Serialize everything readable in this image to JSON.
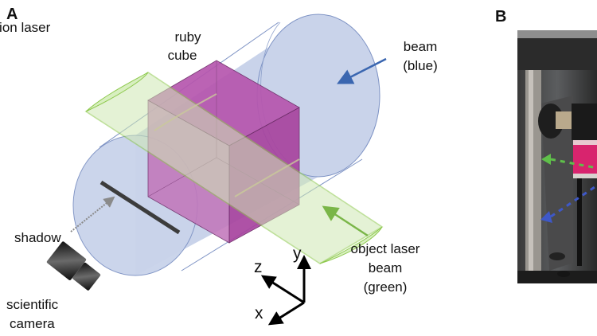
{
  "figure": {
    "panel_a_label": "A",
    "panel_b_label": "B",
    "labels": {
      "ruby_cube": [
        "ruby",
        "cube"
      ],
      "illumination": [
        "illumination laser",
        "beam",
        "(blue)"
      ],
      "object": [
        "object laser",
        "beam",
        "(green)"
      ],
      "shadow": "shadow",
      "camera": [
        "scientific",
        "camera"
      ]
    },
    "axes": {
      "x": "x",
      "y": "y",
      "z": "z"
    },
    "colors": {
      "illumination_beam": "#c9d3ea",
      "illumination_edge": "#7d92c4",
      "illumination_arrow": "#3a66b0",
      "object_beam": "#d8efc0",
      "object_edge": "#8cc84b",
      "object_arrow": "#7ab648",
      "ruby": "#b04aa8",
      "shadow": "#3c3c3c",
      "camera": "#1a1a1a"
    },
    "photo": {
      "description": "photograph of experimental setup",
      "green_arrow_color": "#5fbf4a",
      "blue_arrow_color": "#3e58c8",
      "cube_color": "#d8246e"
    }
  }
}
